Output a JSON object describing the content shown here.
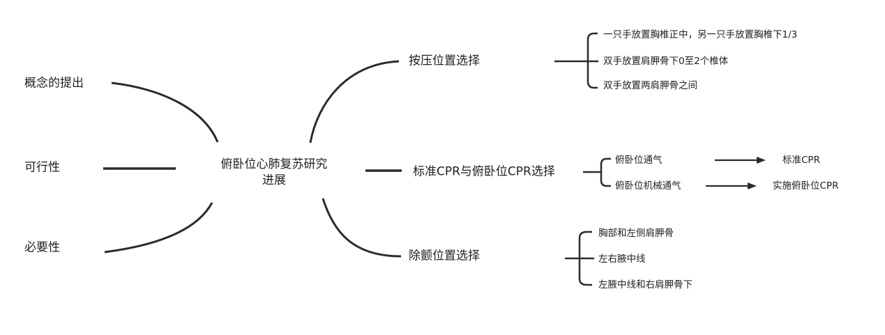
{
  "root": {
    "label": "俯卧位心肺复苏研究\n进展"
  },
  "left_branches": [
    {
      "label": "概念的提出"
    },
    {
      "label": "可行性"
    },
    {
      "label": "必要性"
    }
  ],
  "right_branches": [
    {
      "label": "按压位置选择",
      "children": [
        {
          "label": "一只手放置胸椎正中，另一只手放置胸椎下1/3"
        },
        {
          "label": "双手放置肩胛骨下0至2个椎体"
        },
        {
          "label": "双手放置两肩胛骨之间"
        }
      ]
    },
    {
      "label": "标准CPR与俯卧位CPR选择",
      "children": [
        {
          "label": "俯卧位通气",
          "result": "标准CPR"
        },
        {
          "label": "俯卧位机械通气",
          "result": "实施俯卧位CPR"
        }
      ]
    },
    {
      "label": "除颤位置选择",
      "children": [
        {
          "label": "胸部和左侧肩胛骨"
        },
        {
          "label": "左右腋中线"
        },
        {
          "label": "左腋中线和右肩胛骨下"
        }
      ]
    }
  ],
  "colors": {
    "line": "#2b2b2b",
    "text": "#1f1f1f",
    "background": "#ffffff"
  }
}
